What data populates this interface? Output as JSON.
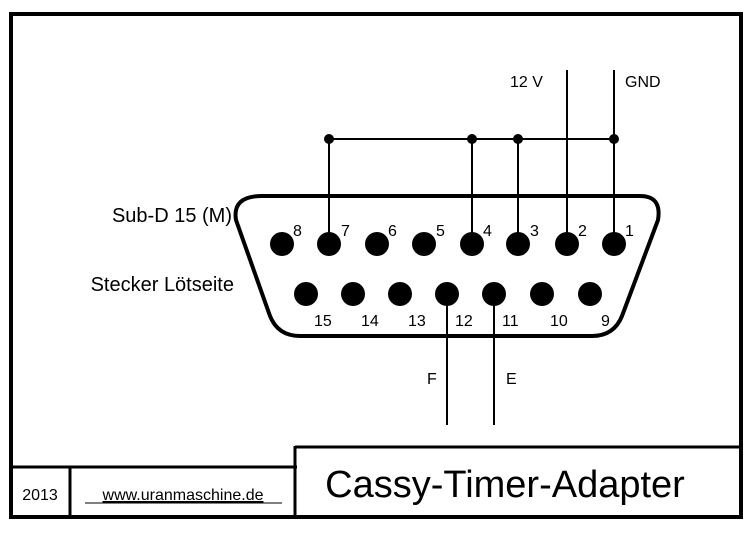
{
  "diagram": {
    "connector_label": "Sub-D 15 (M)",
    "side_label": "Stecker Lötseite",
    "supply_labels": {
      "v12": "12 V",
      "gnd": "GND"
    },
    "signal_labels": {
      "f": "F",
      "e": "E"
    },
    "pins_top": [
      "8",
      "7",
      "6",
      "5",
      "4",
      "3",
      "2",
      "1"
    ],
    "pins_bottom": [
      "15",
      "14",
      "13",
      "12",
      "11",
      "10",
      "9"
    ]
  },
  "title_block": {
    "year": "2013",
    "website": "www.uranmaschine.de",
    "title": "Cassy-Timer-Adapter"
  }
}
